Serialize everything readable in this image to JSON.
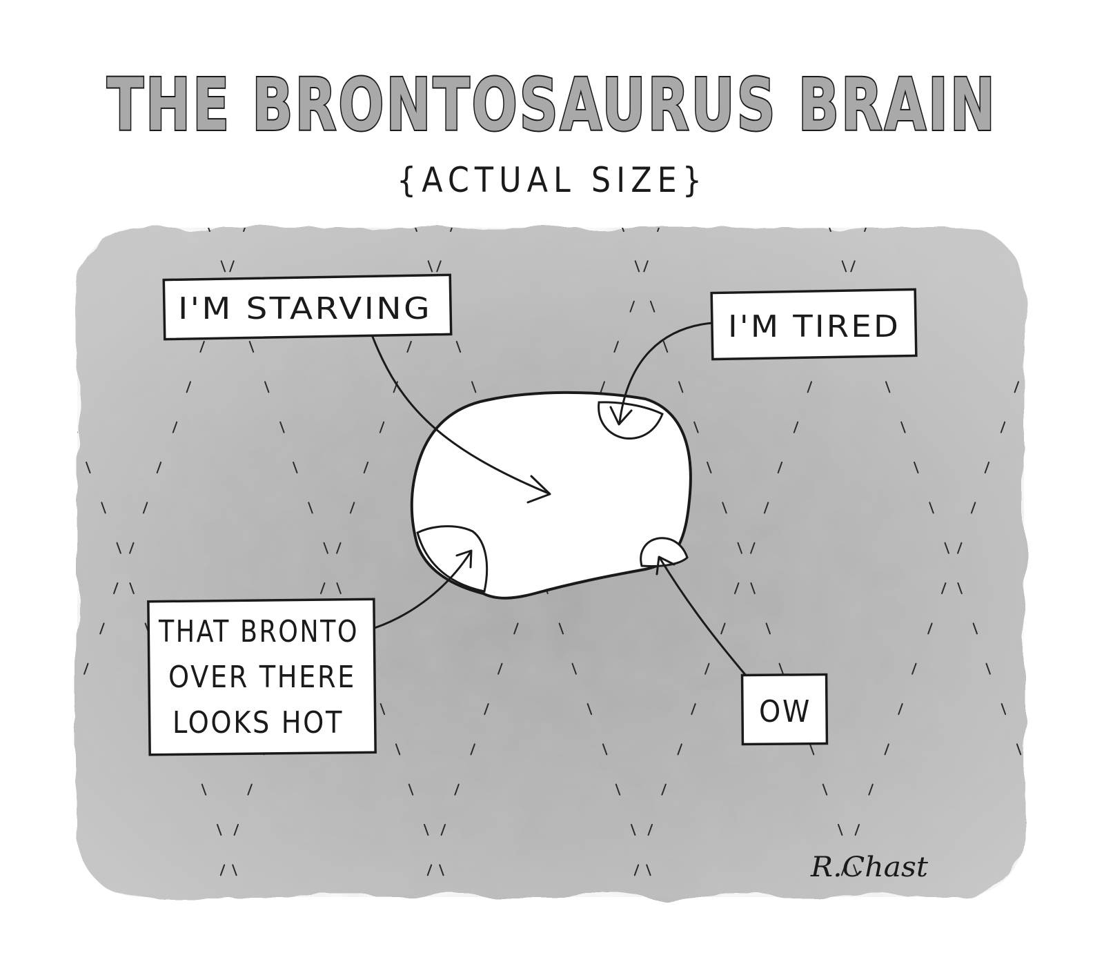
{
  "title": "THE BRONTOSAURUS BRAIN",
  "subtitle": "{ACTUAL SIZE}",
  "labels": {
    "starving": "I'M STARVING",
    "tired": "I'M TIRED",
    "hot_line1": "THAT BRONTO",
    "hot_line2": "OVER THERE",
    "hot_line3": "LOOKS HOT",
    "ow": "OW"
  },
  "signature": "R.Chast",
  "colors": {
    "background": "#ffffff",
    "wash": "#b8b8b8",
    "ink": "#1a1a1a",
    "title_fill": "#a9a9a9"
  }
}
